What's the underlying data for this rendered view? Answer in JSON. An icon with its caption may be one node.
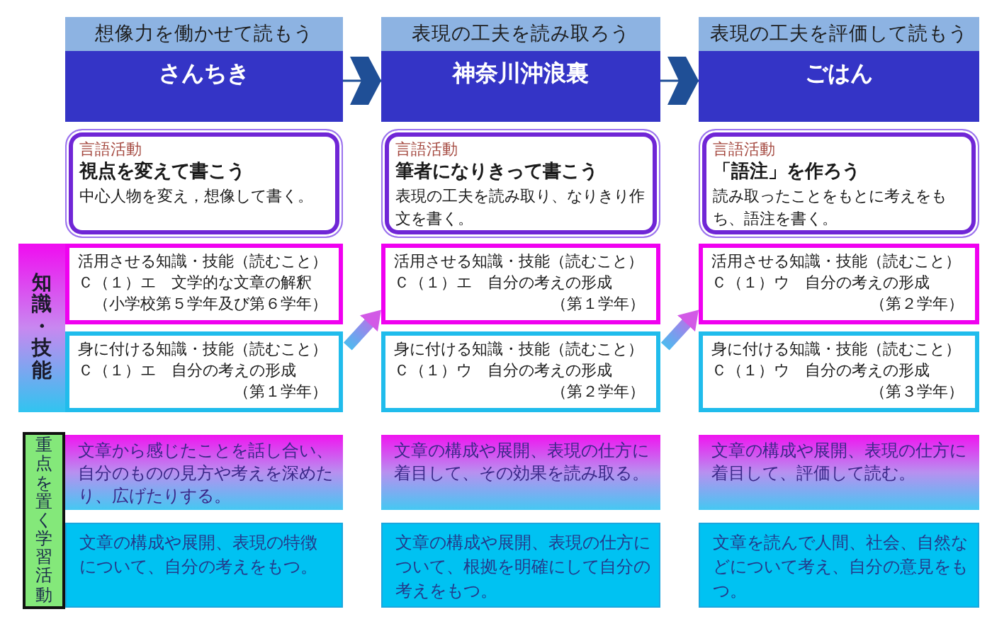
{
  "diagram": {
    "nodes": [
      {
        "text": [
          "想像力を働かせて読もう"
        ]
      },
      {
        "text": [
          "表現の工夫を読み取ろう"
        ]
      },
      {
        "text": [
          "表現の工夫を評価して読もう"
        ]
      },
      {
        "text": [
          "さんちき"
        ]
      },
      {
        "text": [
          "神奈川沖浪裏"
        ]
      },
      {
        "text": [
          "ごはん"
        ]
      },
      {
        "text": [
          "言語活動",
          "視点を変えて書こう",
          "中心人物を変え，想像して書く。"
        ]
      },
      {
        "text": [
          "言語活動",
          "筆者になりきって書こう",
          "表現の工夫を読み取り、なりきり作文を書く。"
        ]
      },
      {
        "text": [
          "言語活動",
          "「語注」を作ろう",
          "読み取ったことをもとに考えをもち、語注を書く。"
        ]
      },
      {
        "text": [
          "知識・技能"
        ]
      },
      {
        "text": [
          "活用させる知識・技能（読むこと）",
          "Ｃ（１）エ　文学的な文章の解釈",
          "（小学校第５学年及び第６学年）"
        ]
      },
      {
        "text": [
          "活用させる知識・技能（読むこと）",
          "Ｃ（１）エ　自分の考えの形成",
          "（第１学年）"
        ]
      },
      {
        "text": [
          "活用させる知識・技能（読むこと）",
          "Ｃ（１）ウ　自分の考えの形成",
          "（第２学年）"
        ]
      },
      {
        "text": [
          "身に付ける知識・技能（読むこと）",
          "Ｃ（１）エ　自分の考えの形成",
          "（第１学年）"
        ]
      },
      {
        "text": [
          "身に付ける知識・技能（読むこと）",
          "Ｃ（１）ウ　自分の考えの形成",
          "（第２学年）"
        ]
      },
      {
        "text": [
          "身に付ける知識・技能（読むこと）",
          "Ｃ（１）ウ　自分の考えの形成",
          "（第３学年）"
        ]
      },
      {
        "text": [
          "重点を置く学習活動"
        ]
      },
      {
        "text": [
          "文章から感じたことを話し合い、自分のものの見方や考えを深めたり、広げたりする。"
        ]
      },
      {
        "text": [
          "文章の構成や展開、表現の仕方に着目して、その効果を読み取る。"
        ]
      },
      {
        "text": [
          "文章の構成や展開、表現の仕方に着目して、評価して読む。"
        ]
      },
      {
        "text": [
          "文章の構成や展開、表現の特徴について、自分の考えをもつ。"
        ]
      },
      {
        "text": [
          "文章の構成や展開、表現の仕方について、根拠を明確にして自分の考えをもつ。"
        ]
      },
      {
        "text": [
          "文章を読んで人間、社会、自然などについて考え、自分の意見をもつ。"
        ]
      }
    ],
    "edges": [
      {
        "from": 3,
        "to": 4,
        "arrow": "to"
      },
      {
        "from": 4,
        "to": 5,
        "arrow": "to"
      },
      {
        "from": 13,
        "to": 11,
        "arrow": "to"
      },
      {
        "from": 14,
        "to": 12,
        "arrow": "to"
      }
    ]
  }
}
